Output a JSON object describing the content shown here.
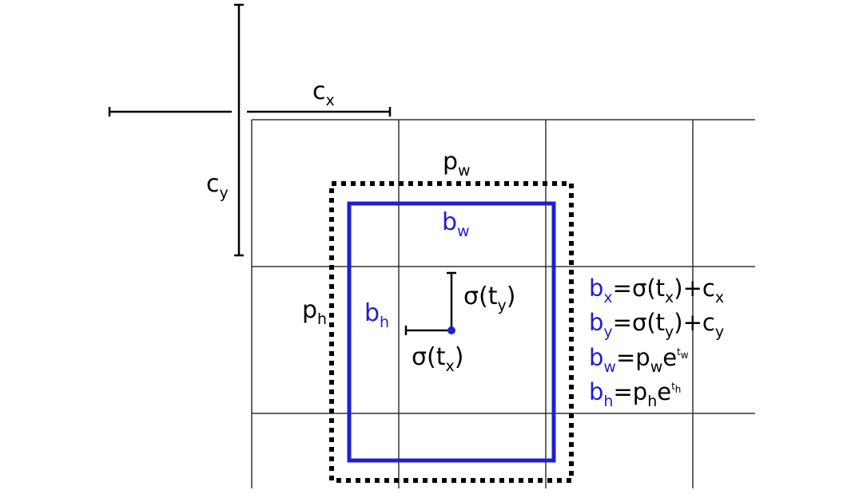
{
  "colors": {
    "background": "#ffffff",
    "grid_line": "#333333",
    "ink": "#000000",
    "bounding_box": "#1f1fd0",
    "center_point": "#1f1fd0"
  },
  "labels": {
    "cx": {
      "base": "c",
      "sub": "x"
    },
    "cy": {
      "base": "c",
      "sub": "y"
    },
    "pw": {
      "base": "p",
      "sub": "w"
    },
    "ph": {
      "base": "p",
      "sub": "h"
    },
    "bw": {
      "base": "b",
      "sub": "w"
    },
    "bh": {
      "base": "b",
      "sub": "h"
    },
    "sigma_ty": {
      "pre": "σ(t",
      "sub": "y",
      "post": ")"
    },
    "sigma_tx": {
      "pre": "σ(t",
      "sub": "x",
      "post": ")"
    }
  },
  "equations": [
    {
      "lhs": "b",
      "lhs_sub": "x",
      "rhs": "=σ(t",
      "rhs_sub": "x",
      "rhs2": ")+c",
      "rhs2_sub": "x"
    },
    {
      "lhs": "b",
      "lhs_sub": "y",
      "rhs": "=σ(t",
      "rhs_sub": "y",
      "rhs2": ")+c",
      "rhs2_sub": "y"
    },
    {
      "lhs": "b",
      "lhs_sub": "w",
      "rhs": "=p",
      "rhs_sub": "w",
      "rhs2": "e",
      "rhs2_sup": "t",
      "rhs2_sup_sub": "w"
    },
    {
      "lhs": "b",
      "lhs_sub": "h",
      "rhs": "=p",
      "rhs_sub": "h",
      "rhs2": "e",
      "rhs2_sup": "t",
      "rhs2_sup_sub": "h"
    }
  ]
}
